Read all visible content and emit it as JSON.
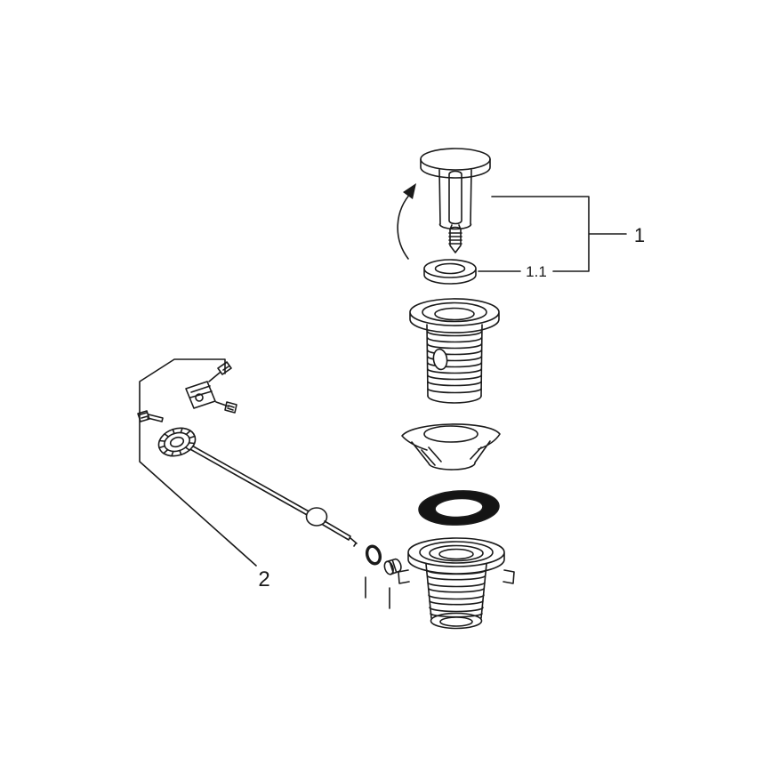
{
  "page": {
    "background": "#ffffff",
    "stroke_color": "#1a1a1a",
    "gasket_fill": "#141414"
  },
  "diagram": {
    "type": "exploded-parts-diagram",
    "callouts": {
      "group_1": "1",
      "group_1_1": "1.1",
      "group_2": "2"
    },
    "parts": [
      "pop-up-plug-cap",
      "rotation-arrow",
      "flat-seal-washer",
      "waste-flange-tube",
      "split-cone-collar",
      "o-ring-gasket",
      "drain-strainer-body",
      "pivot-block-with-screws",
      "set-screw",
      "knurled-nut",
      "pull-rod-with-ball",
      "small-o-ring",
      "rod-end-nut"
    ]
  }
}
